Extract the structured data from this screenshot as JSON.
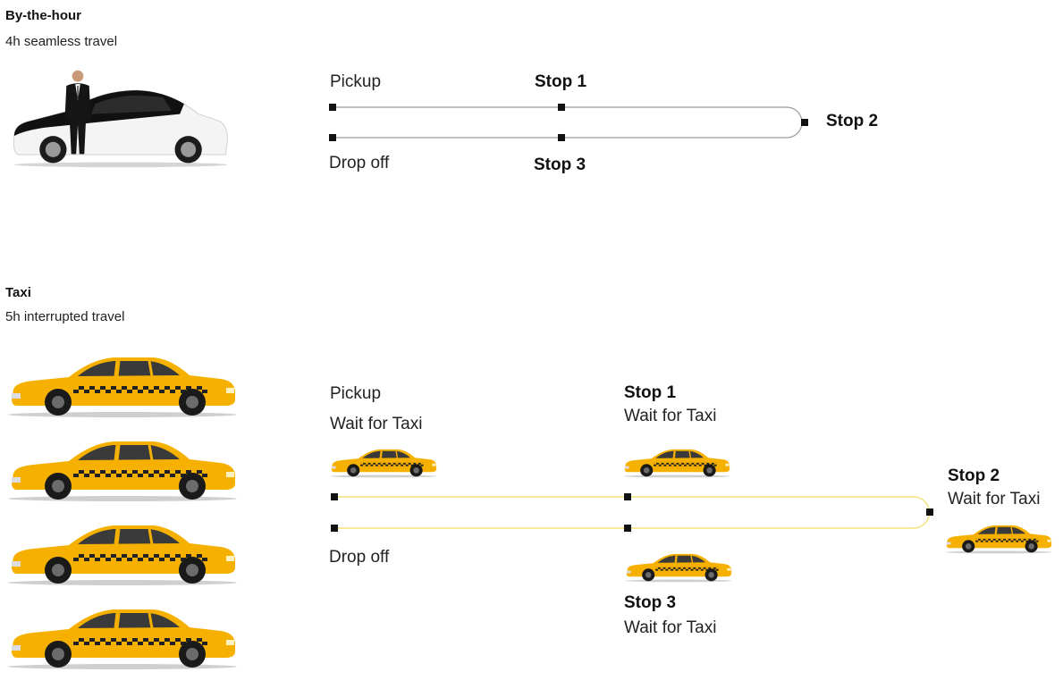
{
  "by_the_hour": {
    "title": "By-the-hour",
    "subtitle": "4h seamless travel",
    "route": {
      "pickup": "Pickup",
      "stop1": "Stop 1",
      "stop2": "Stop 2",
      "stop3": "Stop 3",
      "dropoff": "Drop off"
    },
    "line_color": "#9a9a9a"
  },
  "taxi": {
    "title": "Taxi",
    "subtitle": "5h interrupted travel",
    "route": {
      "pickup": "Pickup",
      "pickup_wait": "Wait for Taxi",
      "stop1": "Stop 1",
      "stop1_wait": "Wait for Taxi",
      "stop2": "Stop 2",
      "stop2_wait": "Wait for Taxi",
      "stop3": "Stop 3",
      "stop3_wait": "Wait for Taxi",
      "dropoff": "Drop off"
    },
    "line_color": "#f3e27a",
    "taxi_color": "#f6b100"
  },
  "icons": {
    "chauffeur_car": "luxury-sedan-icon",
    "chauffeur": "chauffeur-icon",
    "taxi": "taxi-icon"
  }
}
